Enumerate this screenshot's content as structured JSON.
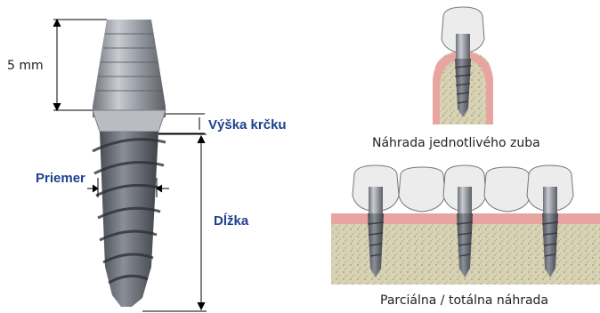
{
  "labels": {
    "abutment_height": "5 mm",
    "neck_height": "Výška krčku",
    "diameter": "Priemer",
    "length": "Dĺžka"
  },
  "captions": {
    "single": "Náhrada jednotlivého zuba",
    "partial": "Parciálna / totálna náhrada"
  },
  "colors": {
    "label_blue": "#1f3f8f",
    "gum": "#e8a4a0",
    "bone": "#d8d2b8",
    "crown": "#e9e9e9",
    "implant": "#7d8189"
  }
}
